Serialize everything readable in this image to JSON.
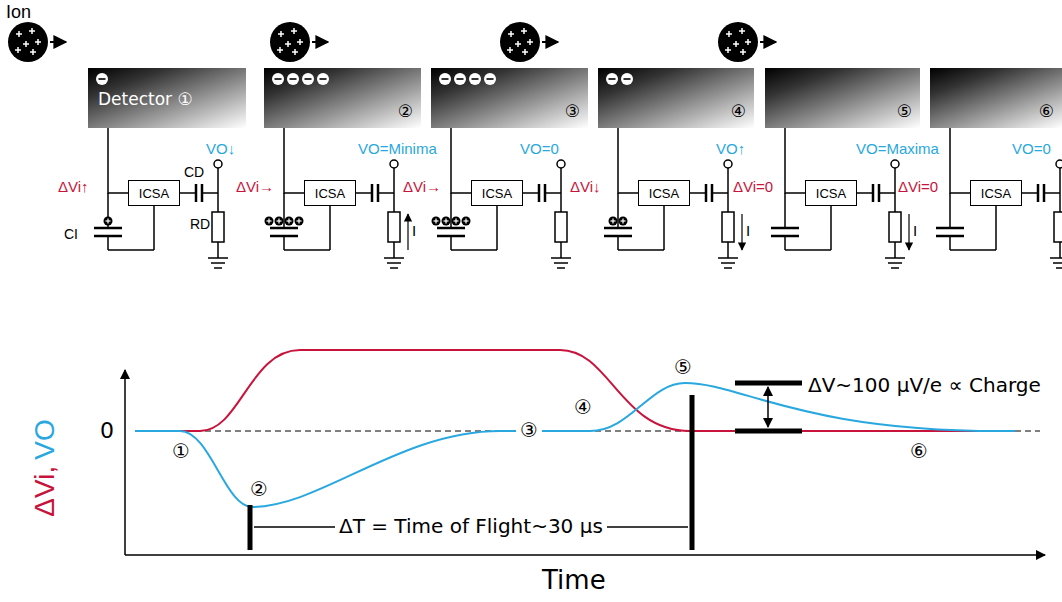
{
  "diagram": {
    "nodes": [
      {
        "text": [
          "Detector ①"
        ]
      },
      {
        "text": [
          "②"
        ]
      },
      {
        "text": [
          "③"
        ]
      },
      {
        "text": [
          "④"
        ]
      },
      {
        "text": [
          "⑤"
        ]
      },
      {
        "text": [
          "⑥"
        ]
      },
      {
        "text": [
          "ICSA"
        ]
      },
      {
        "text": [
          "ICSA"
        ]
      },
      {
        "text": [
          "ICSA"
        ]
      },
      {
        "text": [
          "ICSA"
        ]
      },
      {
        "text": [
          "ICSA"
        ]
      },
      {
        "text": [
          "ICSA"
        ]
      }
    ],
    "edges": [
      {
        "from": 0,
        "to": 6,
        "arrow": "none"
      },
      {
        "from": 1,
        "to": 7,
        "arrow": "none"
      },
      {
        "from": 2,
        "to": 8,
        "arrow": "none"
      },
      {
        "from": 3,
        "to": 9,
        "arrow": "none"
      },
      {
        "from": 4,
        "to": 10,
        "arrow": "none"
      },
      {
        "from": 5,
        "to": 11,
        "arrow": "none"
      }
    ],
    "labels": [
      "Ion",
      "VO↓",
      "CD",
      "ΔVi↑",
      "CI",
      "RD",
      "VO=Minima",
      "ΔVi→",
      "I",
      "VO=0",
      "ΔVi→",
      "VO↑",
      "ΔVi↓",
      "I",
      "VO=Maxima",
      "ΔVi=0",
      "I",
      "VO=0",
      "ΔVi=0",
      "ΔVi,",
      "VO",
      "0",
      "①",
      "②",
      "③",
      "④",
      "⑤",
      "⑥",
      "ΔT = Time of Flight~30 μs",
      "ΔV~100 μV/e ∝ Charge",
      "Time"
    ]
  }
}
